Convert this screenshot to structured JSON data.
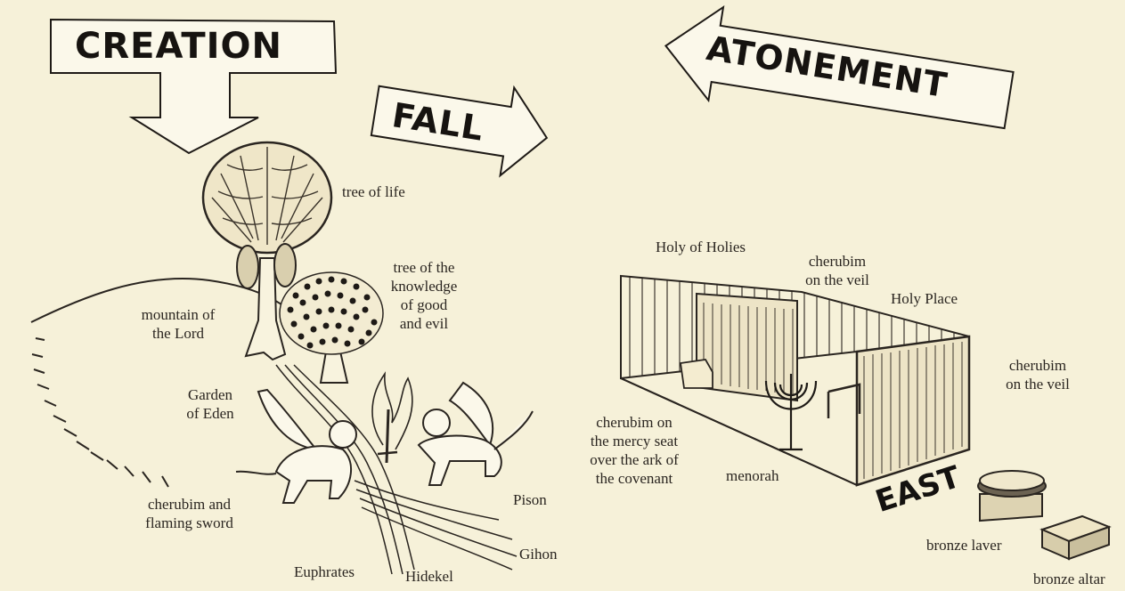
{
  "banners": {
    "creation": "CREATION",
    "fall": "FALL",
    "atonement": "ATONEMENT"
  },
  "labels": {
    "tree_of_life": "tree of life",
    "tree_of_knowledge": "tree of the\nknowledge\nof good\nand evil",
    "mountain": "mountain of\nthe Lord",
    "garden": "Garden\nof Eden",
    "cherubim_sword": "cherubim and\nflaming sword",
    "pison": "Pison",
    "gihon": "Gihon",
    "euphrates": "Euphrates",
    "hidekel": "Hidekel",
    "holy_of_holies": "Holy of Holies",
    "cherubim_veil_1": "cherubim\non the veil",
    "holy_place": "Holy Place",
    "cherubim_veil_2": "cherubim\non the veil",
    "mercy_seat": "cherubim on\nthe mercy seat\nover the ark of\nthe covenant",
    "menorah": "menorah",
    "east": "EAST",
    "bronze_laver": "bronze laver",
    "bronze_altar": "bronze altar"
  }
}
